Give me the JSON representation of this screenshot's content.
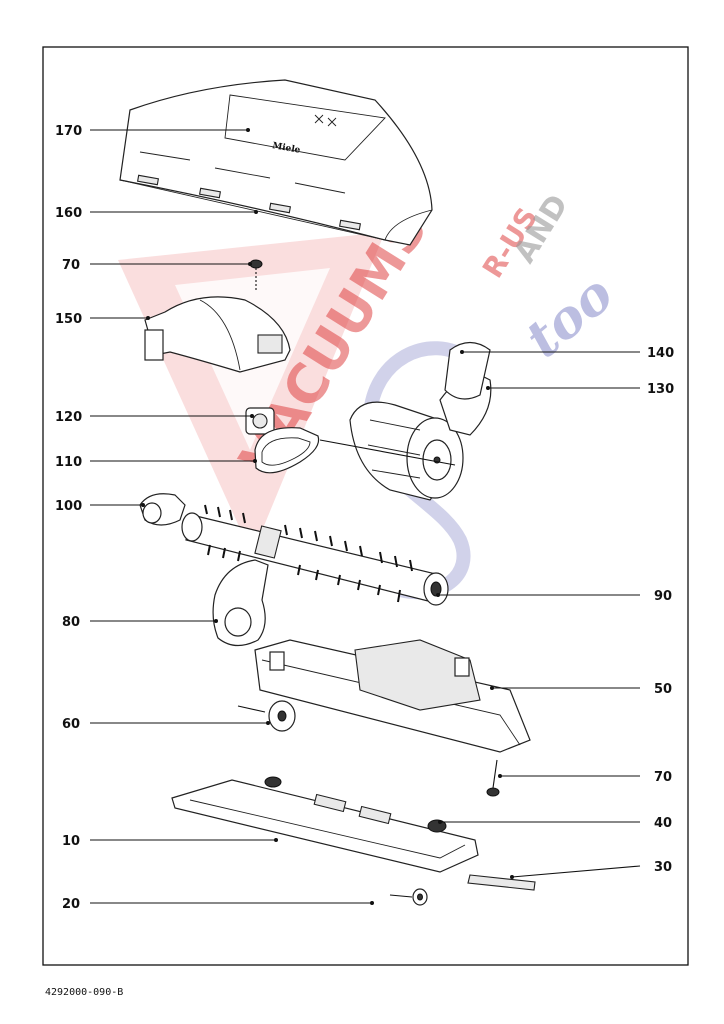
{
  "callouts": [
    {
      "number": "170"
    },
    {
      "number": "160"
    },
    {
      "number": "70"
    },
    {
      "number": "150"
    },
    {
      "number": "140"
    },
    {
      "number": "130"
    },
    {
      "number": "120"
    },
    {
      "number": "110"
    },
    {
      "number": "100"
    },
    {
      "number": "90"
    },
    {
      "number": "80"
    },
    {
      "number": "50"
    },
    {
      "number": "60"
    },
    {
      "number": "70"
    },
    {
      "number": "40"
    },
    {
      "number": "10"
    },
    {
      "number": "30"
    },
    {
      "number": "20"
    }
  ],
  "drawing_code": "4292000-090-B",
  "brand_text": "Miele",
  "watermark": {
    "line1": "VACUUMS",
    "line2": "R-US",
    "line3": "AND",
    "line4": "too"
  },
  "colors": {
    "watermark_red": "#e04545",
    "watermark_blue": "#7b7fc4",
    "line": "#111111"
  }
}
